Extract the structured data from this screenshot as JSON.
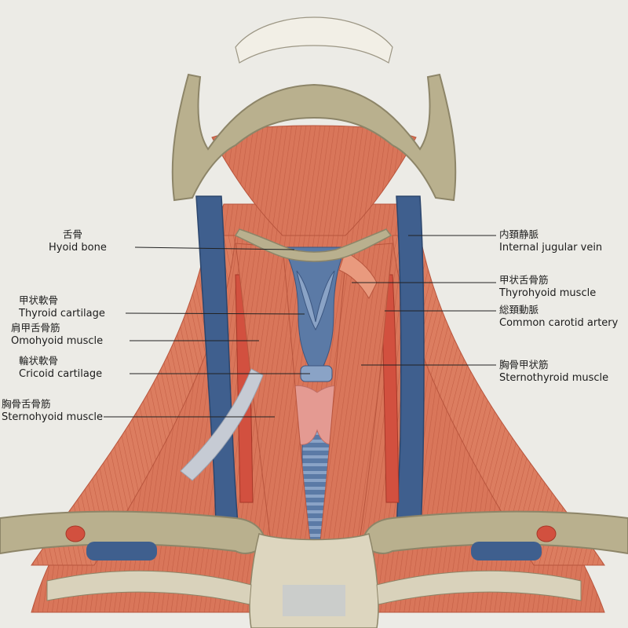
{
  "labels": {
    "hyoid": {
      "jp": "舌骨",
      "en": "Hyoid bone"
    },
    "thyroid_cart": {
      "jp": "甲状軟骨",
      "en": "Thyroid cartilage"
    },
    "omohyoid": {
      "jp": "肩甲舌骨筋",
      "en": "Omohyoid muscle"
    },
    "cricoid": {
      "jp": "輪状軟骨",
      "en": "Cricoid cartilage"
    },
    "sternohyoid": {
      "jp": "胸骨舌骨筋",
      "en": "Sternohyoid muscle"
    },
    "ijv": {
      "jp": "内頚静脈",
      "en": "Internal jugular vein"
    },
    "thyrohyoid": {
      "jp": "甲状舌骨筋",
      "en": "Thyrohyoid muscle"
    },
    "carotid": {
      "jp": "総頚動脈",
      "en": "Common carotid artery"
    },
    "sternothyroid": {
      "jp": "胸骨甲状筋",
      "en": "Sternothyroid muscle"
    }
  },
  "colors": {
    "page": "#ecebe6",
    "bone": "#b9b08e",
    "bone_dark": "#8d8568",
    "muscle": "#d9765a",
    "muscle_light": "#e99a7e",
    "vein": "#3f5f8e",
    "artery": "#d2503f",
    "gland": "#e49a92",
    "tendon": "#c6cbd4"
  }
}
